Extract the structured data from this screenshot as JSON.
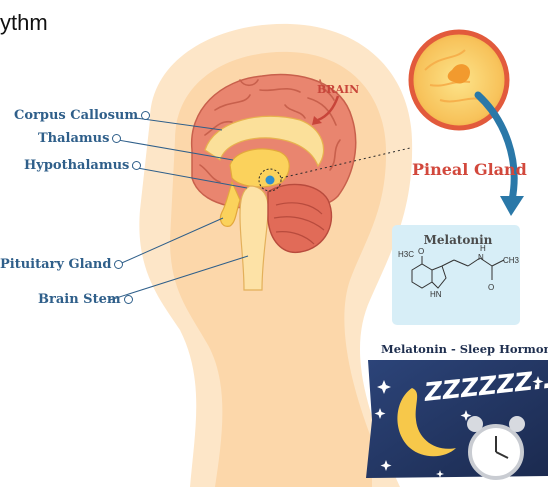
{
  "header_fragment": "ythm",
  "labels": {
    "corpus_callosum": "Corpus Callosum",
    "thalamus": "Thalamus",
    "hypothalamus": "Hypothalamus",
    "pituitary_gland": "Pituitary Gland",
    "brain_stem": "Brain Stem",
    "brain": "BRAIN",
    "pineal_gland": "Pineal Gland"
  },
  "melatonin_box": {
    "title": "Melatonin",
    "formula_h3c": "H3C",
    "formula_o": "O",
    "formula_n": "N",
    "formula_h": "H",
    "formula_hn": "HN",
    "formula_ch3": "CH3",
    "formula_o2": "O"
  },
  "sleep_card": {
    "title": "Melatonin - Sleep Hormone",
    "zzz": "ZZZZZZ..."
  },
  "colors": {
    "label_blue": "#2f5f8a",
    "accent_red": "#d2483c",
    "brain_pink": "#e8826e",
    "skin_peach": "#fbd9b4",
    "night_navy": "#1f3056",
    "melatonin_bg": "#d7eef7"
  }
}
